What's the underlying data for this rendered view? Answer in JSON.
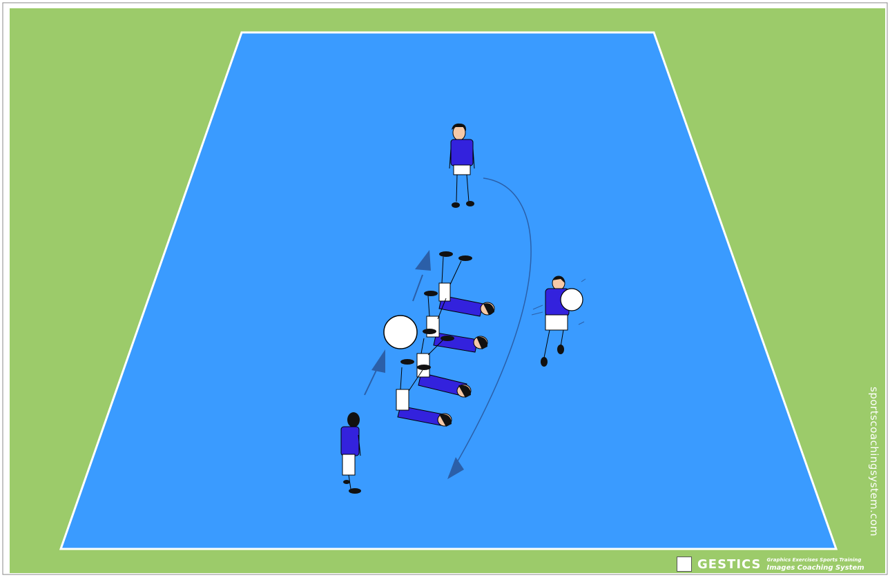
{
  "colors": {
    "grass": "#9ccb6a",
    "court": "#3a9bff",
    "line": "#ffffff",
    "shirt": "#3322dd",
    "shorts": "#ffffff",
    "hair": "#111111",
    "arrow": "#2b5fa8"
  },
  "watermark": "sportscoachingsystem.com",
  "brand": {
    "name": "GESTICS",
    "tagline_1": "Graphics Exercises Sports Training",
    "tagline_2": "Images Coaching System"
  }
}
